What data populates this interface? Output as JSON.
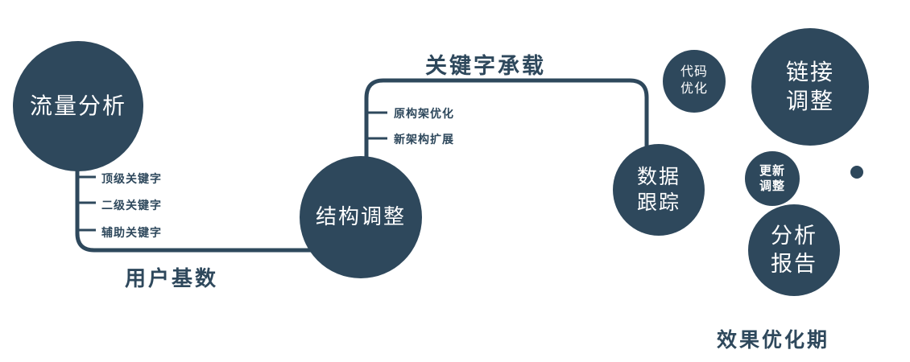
{
  "colors": {
    "primary": "#2e485c",
    "text_on_node": "#ffffff",
    "background": "#ffffff"
  },
  "nodes": {
    "traffic": {
      "label": "流量分析"
    },
    "structure": {
      "label": "结构调整"
    },
    "tracking": {
      "line1": "数据",
      "line2": "跟踪"
    },
    "code": {
      "line1": "代码",
      "line2": "优化"
    },
    "link": {
      "line1": "链接",
      "line2": "调整"
    },
    "update": {
      "line1": "更新",
      "line2": "调整"
    },
    "report": {
      "line1": "分析",
      "line2": "报告"
    }
  },
  "flow_labels": {
    "user_base": "用户基数",
    "keyword_carry": "关键字承载"
  },
  "branches": {
    "traffic_keywords": [
      "顶级关键字",
      "二级关键字",
      "辅助关键字"
    ],
    "structure_items": [
      "原构架优化",
      "新架构扩展"
    ]
  },
  "caption": "效果优化期"
}
